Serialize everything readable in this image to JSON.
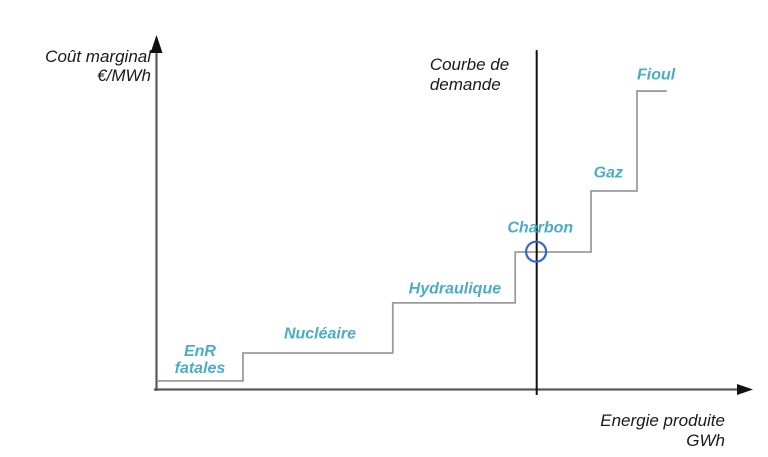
{
  "chart_data": {
    "type": "line",
    "subtype": "step-merit-order-curve",
    "title": "",
    "grid": false,
    "legend": false,
    "units": {
      "x": "GWh",
      "y": "€/MWh"
    },
    "y_axis": {
      "label_lines": [
        "Coût marginal",
        "€/MWh"
      ]
    },
    "x_axis": {
      "label_lines": [
        "Energie produite",
        "GWh"
      ]
    },
    "steps": [
      {
        "name": "EnR fatales",
        "label_lines": [
          "EnR",
          "fatales"
        ],
        "x_start_pct": 0.0,
        "x_end_pct": 14.4,
        "cost_level_pct": 2.3,
        "label_x_pct": 7.2,
        "label_y_pct": 8.2
      },
      {
        "name": "Nucléaire",
        "label_lines": [
          "Nucléaire"
        ],
        "x_start_pct": 14.4,
        "x_end_pct": 39.5,
        "cost_level_pct": 10.2,
        "label_x_pct": 27.3,
        "label_y_pct": 15.6
      },
      {
        "name": "Hydraulique",
        "label_lines": [
          "Hydraulique"
        ],
        "x_start_pct": 39.5,
        "x_end_pct": 60.0,
        "cost_level_pct": 24.4,
        "label_x_pct": 49.9,
        "label_y_pct": 28.3
      },
      {
        "name": "Charbon",
        "label_lines": [
          "Charbon"
        ],
        "x_start_pct": 60.0,
        "x_end_pct": 72.7,
        "cost_level_pct": 38.8,
        "label_x_pct": 64.2,
        "label_y_pct": 45.5
      },
      {
        "name": "Gaz",
        "label_lines": [
          "Gaz"
        ],
        "x_start_pct": 72.7,
        "x_end_pct": 80.4,
        "cost_level_pct": 56.1,
        "label_x_pct": 75.6,
        "label_y_pct": 61.2
      },
      {
        "name": "Fioul",
        "label_lines": [
          "Fioul"
        ],
        "x_start_pct": 80.4,
        "x_end_pct": 85.4,
        "cost_level_pct": 84.4,
        "label_x_pct": 83.6,
        "label_y_pct": 89.0
      }
    ],
    "demand_line": {
      "label_lines": [
        "Courbe de",
        "demande"
      ],
      "x_pct": 63.6,
      "y_top_pct": 96.0,
      "y_bottom_pct": -1.7,
      "label_left_x_pct": 45.7,
      "label_center_y_pct": 89.0
    },
    "intersection_marker": {
      "shape": "circle",
      "x_pct": 63.5,
      "cost_pct": 38.9,
      "meaning": "market price set by Charbon step at demand level"
    },
    "colors": {
      "curve": "#9c9c9c",
      "axis": "#595959",
      "arrow": "#111111",
      "demand_line": "#111111",
      "step_label": "#4bacc6",
      "marker": "#3366cc",
      "axis_label": "#1a1a1a"
    }
  }
}
